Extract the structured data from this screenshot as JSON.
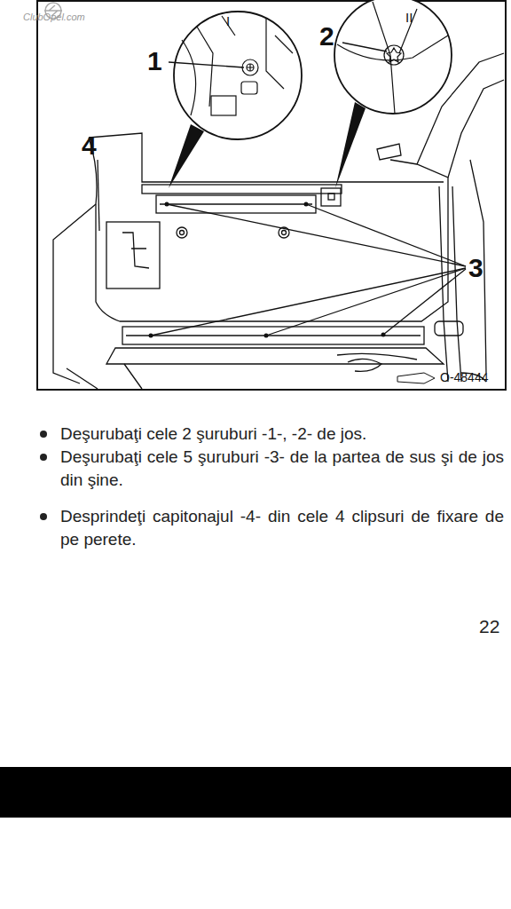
{
  "diagram": {
    "labels": [
      "ClubOpel.com",
      "1",
      "I",
      "2",
      "II",
      "4",
      "3",
      "O-48444",
      "Deşurubaţi cele 2 şuruburi -1-, -2- de jos.",
      "Deşurubaţi cele 5 şuruburi -3- de la partea de sus şi de jos din şine.",
      "Desprindeţi capitonajul -4- din cele 4 clipsuri de fixare de pe perete.",
      "22"
    ]
  }
}
